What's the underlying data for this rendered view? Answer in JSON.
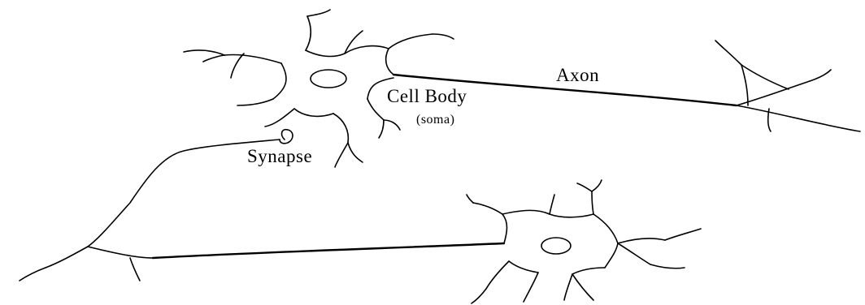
{
  "labels": {
    "axon": "Axon",
    "cell_body": "Cell Body",
    "soma": "(soma)",
    "synapse": "Synapse"
  },
  "colors": {
    "line": "#000000",
    "background": "#ffffff"
  }
}
